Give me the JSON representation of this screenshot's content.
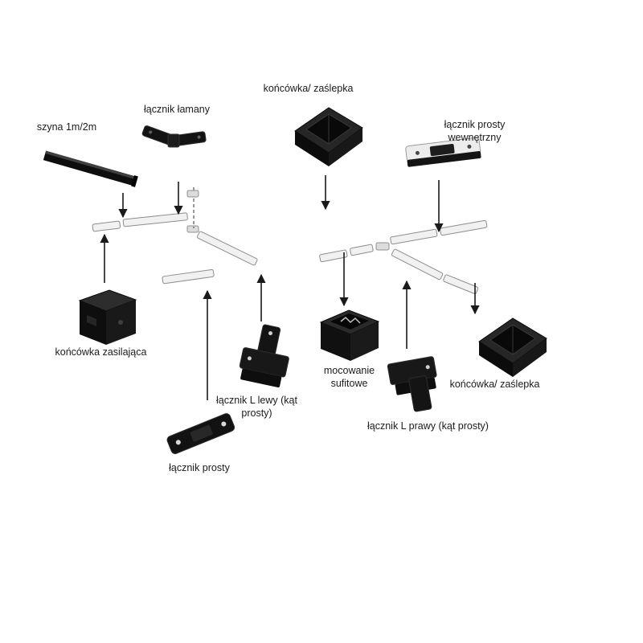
{
  "labels": {
    "szyna": "szyna 1m/2m",
    "lacznik_lamany": "łącznik łamany",
    "koncowka_zaslepka_top": "końcówka/ zaślepka",
    "lacznik_prosty_wewnetrzny": "łącznik prosty wewnętrzny",
    "koncowka_zasilajaca": "końcówka zasilająca",
    "lacznik_l_lewy": "łącznik L lewy (kąt prosty)",
    "mocowanie_sufitowe": "mocowanie sufitowe",
    "koncowka_zaslepka_right": "końcówka/ zaślepka",
    "lacznik_l_prawy": "łącznik L prawy (kąt prosty)",
    "lacznik_prosty": "łącznik prosty"
  },
  "colors": {
    "background": "#ffffff",
    "part_black": "#141414",
    "rail_white": "#f1f1f1",
    "arrow": "#1a1a1a",
    "text": "#1b1b1b"
  }
}
